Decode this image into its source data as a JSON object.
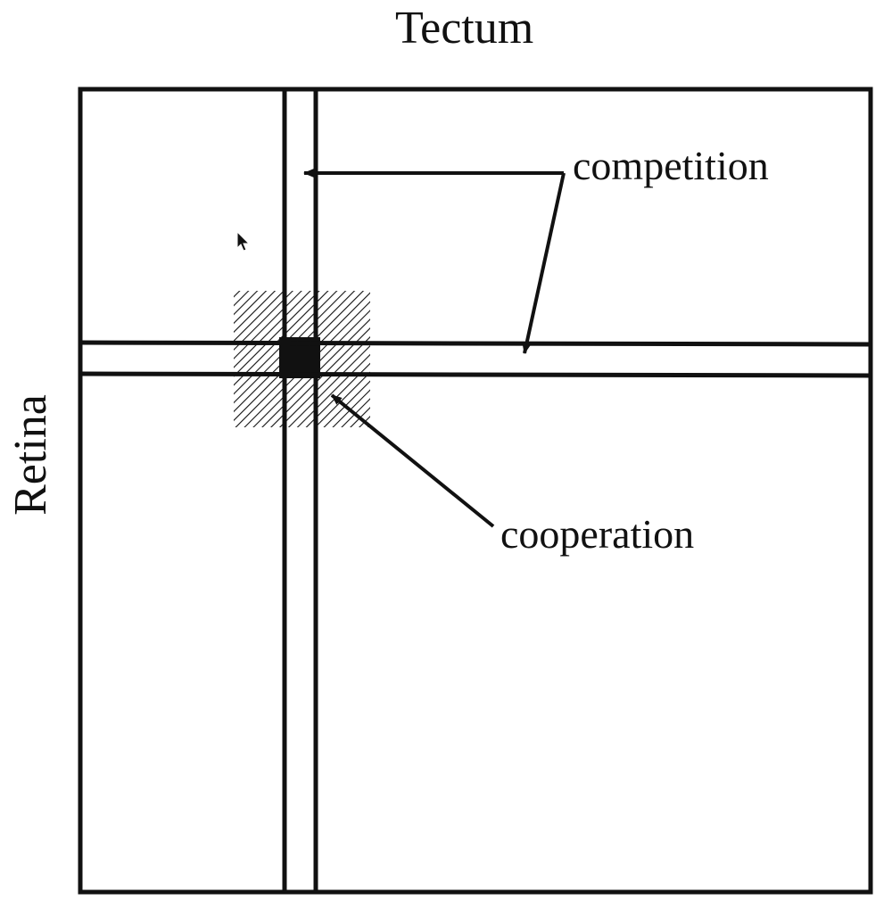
{
  "diagram": {
    "labels": {
      "top": "Tectum",
      "left": "Retina",
      "competition": "competition",
      "cooperation": "cooperation"
    }
  },
  "colors": {
    "ink": "#111111",
    "background": "#ffffff"
  },
  "icons": {
    "cursor": "mouse-pointer-icon"
  }
}
